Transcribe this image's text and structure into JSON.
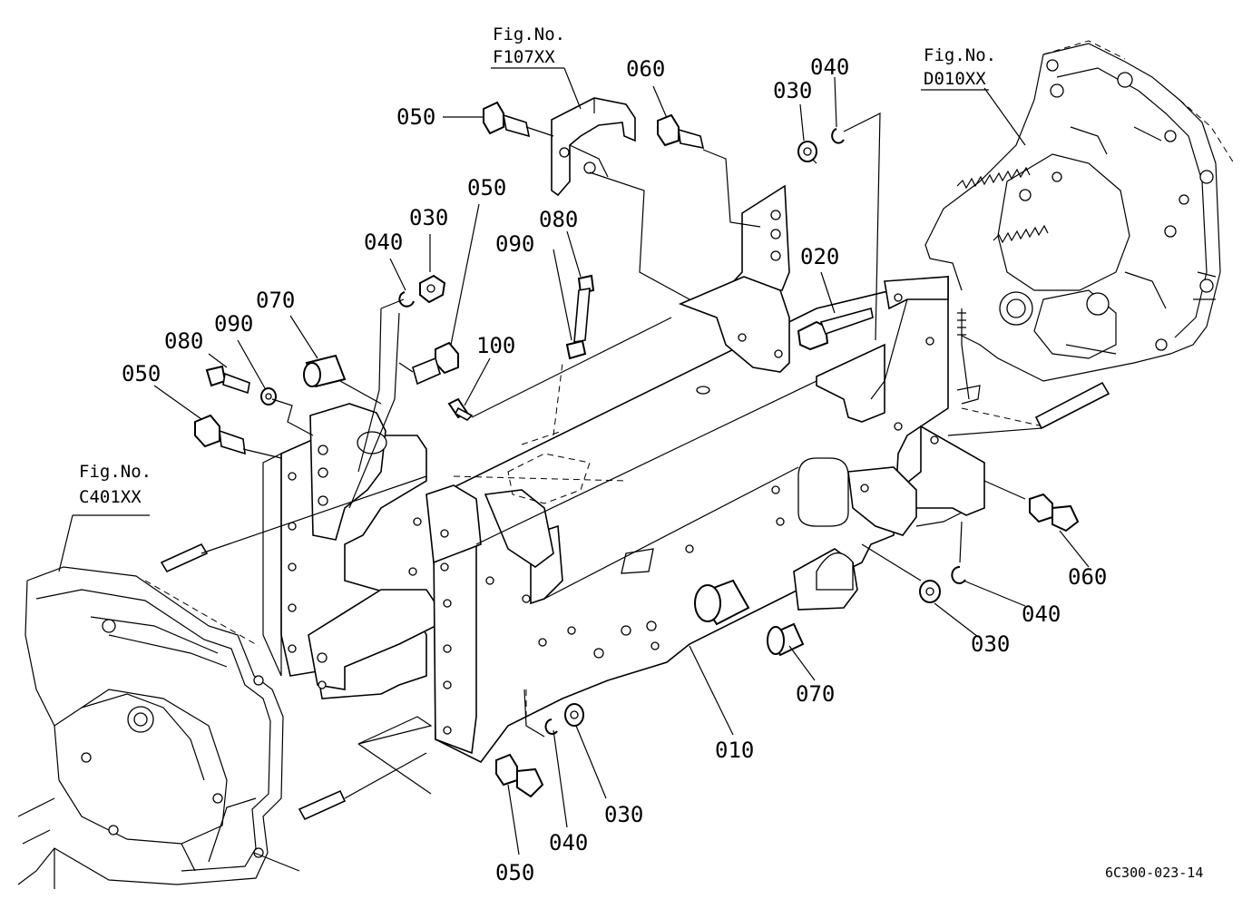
{
  "diagram": {
    "part_labels": {
      "p010": "010",
      "p020": "020",
      "p030_a": "030",
      "p030_b": "030",
      "p030_c": "030",
      "p030_d": "030",
      "p040_a": "040",
      "p040_b": "040",
      "p040_c": "040",
      "p040_d": "040",
      "p050_a": "050",
      "p050_b": "050",
      "p050_c": "050",
      "p050_d": "050",
      "p060_a": "060",
      "p060_b": "060",
      "p070_a": "070",
      "p070_b": "070",
      "p080_a": "080",
      "p080_b": "080",
      "p090_a": "090",
      "p090_b": "090",
      "p100": "100"
    },
    "figure_refs": [
      {
        "caption": "Fig.No.",
        "code": "F107XX"
      },
      {
        "caption": "Fig.No.",
        "code": "D010XX"
      },
      {
        "caption": "Fig.No.",
        "code": "C401XX"
      }
    ],
    "drawing_number": "6C300-023-14"
  }
}
